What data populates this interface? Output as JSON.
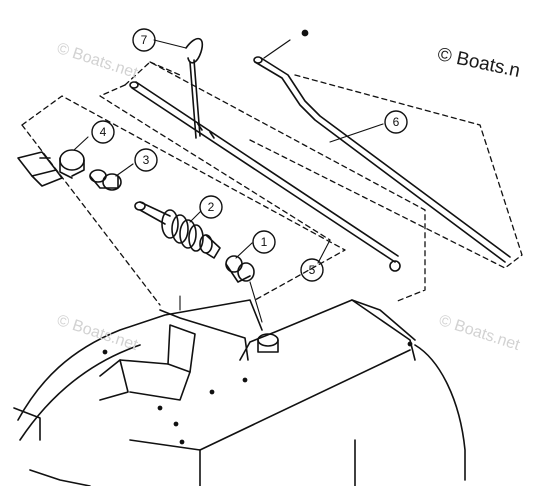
{
  "watermark": {
    "main": "© Boats.n",
    "ghost": "© Boats.net"
  },
  "callouts": [
    {
      "id": "callout-1",
      "label": "1"
    },
    {
      "id": "callout-2",
      "label": "2"
    },
    {
      "id": "callout-3",
      "label": "3"
    },
    {
      "id": "callout-4",
      "label": "4"
    },
    {
      "id": "callout-5",
      "label": "5"
    },
    {
      "id": "callout-6",
      "label": "6"
    },
    {
      "id": "callout-7",
      "label": "7"
    }
  ],
  "colors": {
    "ink": "#111111",
    "paper": "#ffffff",
    "watermark_ghost": "#d2d2d2"
  }
}
